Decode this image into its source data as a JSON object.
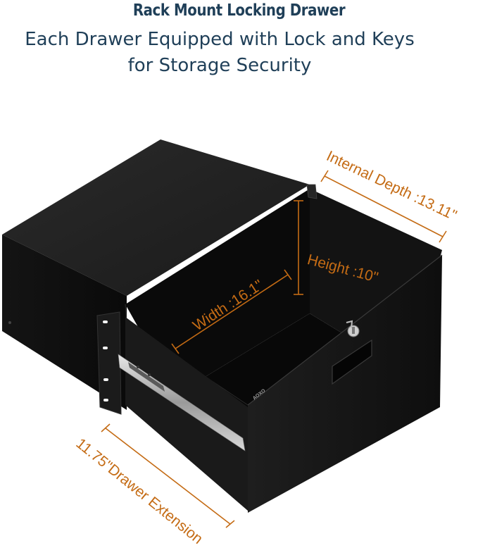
{
  "header": {
    "title": "Rack Mount Locking Drawer",
    "subtitle_line1": "Each Drawer Equipped with Lock and Keys",
    "subtitle_line2": "for Storage Security"
  },
  "dimensions": {
    "internal_depth": "Internal Depth :13.11\"",
    "height": "Height :10\"",
    "width": "Width :16.1\"",
    "extension": "11.75\"Drawer Extension"
  },
  "product": {
    "brand": "AOXO"
  },
  "colors": {
    "title": "#1f3f58",
    "dimension_accent": "#c46b14",
    "metal_dark": "#151515",
    "rail_silver": "#c8c8c8"
  }
}
